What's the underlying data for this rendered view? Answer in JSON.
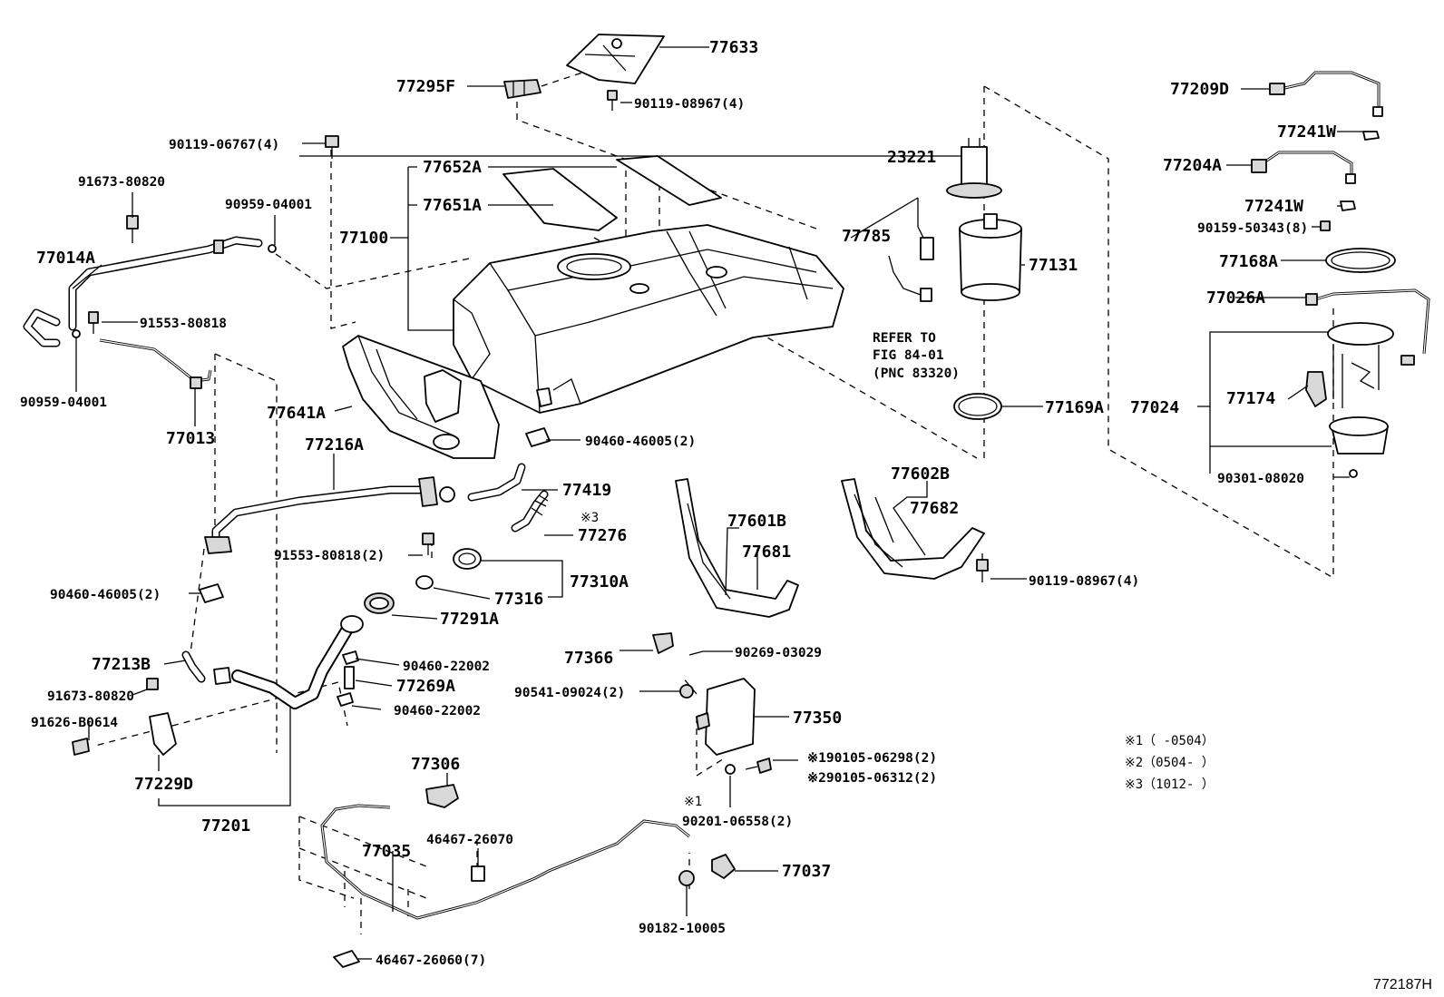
{
  "diagram": {
    "labels": [
      {
        "id": "77633",
        "text": "77633"
      },
      {
        "id": "77295F",
        "text": "77295F"
      },
      {
        "id": "90119-08967-a",
        "text": "90119-08967(4)"
      },
      {
        "id": "90119-06767",
        "text": "90119-06767(4)"
      },
      {
        "id": "77652A",
        "text": "77652A"
      },
      {
        "id": "77651A",
        "text": "77651A"
      },
      {
        "id": "77100",
        "text": "77100"
      },
      {
        "id": "91673-80820-a",
        "text": "91673-80820"
      },
      {
        "id": "90959-04001-a",
        "text": "90959-04001"
      },
      {
        "id": "77014A",
        "text": "77014A"
      },
      {
        "id": "91553-80818",
        "text": "91553-80818"
      },
      {
        "id": "90959-04001-b",
        "text": "90959-04001"
      },
      {
        "id": "77013",
        "text": "77013"
      },
      {
        "id": "77641A",
        "text": "77641A"
      },
      {
        "id": "77216A",
        "text": "77216A"
      },
      {
        "id": "90460-46005-a",
        "text": "90460-46005(2)"
      },
      {
        "id": "77419",
        "text": "77419"
      },
      {
        "id": "mark3-77276",
        "text": "※3"
      },
      {
        "id": "77276",
        "text": "77276"
      },
      {
        "id": "91553-80818-2",
        "text": "91553-80818(2)"
      },
      {
        "id": "77310A",
        "text": "77310A"
      },
      {
        "id": "77316",
        "text": "77316"
      },
      {
        "id": "90460-46005-b",
        "text": "90460-46005(2)"
      },
      {
        "id": "77291A",
        "text": "77291A"
      },
      {
        "id": "77213B",
        "text": "77213B"
      },
      {
        "id": "90460-22002-a",
        "text": "90460-22002"
      },
      {
        "id": "77269A",
        "text": "77269A"
      },
      {
        "id": "90460-22002-b",
        "text": "90460-22002"
      },
      {
        "id": "91673-80820-b",
        "text": "91673-80820"
      },
      {
        "id": "91626-B0614",
        "text": "91626-B0614"
      },
      {
        "id": "77229D",
        "text": "77229D"
      },
      {
        "id": "77201",
        "text": "77201"
      },
      {
        "id": "23221",
        "text": "23221"
      },
      {
        "id": "77785",
        "text": "77785"
      },
      {
        "id": "77131",
        "text": "77131"
      },
      {
        "id": "refer1",
        "text": "REFER TO"
      },
      {
        "id": "refer2",
        "text": "FIG 84-01"
      },
      {
        "id": "refer3",
        "text": "(PNC 83320)"
      },
      {
        "id": "77169A",
        "text": "77169A"
      },
      {
        "id": "77602B",
        "text": "77602B"
      },
      {
        "id": "77682",
        "text": "77682"
      },
      {
        "id": "77601B",
        "text": "77601B"
      },
      {
        "id": "77681",
        "text": "77681"
      },
      {
        "id": "90119-08967-b",
        "text": "90119-08967(4)"
      },
      {
        "id": "77366",
        "text": "77366"
      },
      {
        "id": "90269-03029",
        "text": "90269-03029"
      },
      {
        "id": "90541-09024",
        "text": "90541-09024(2)"
      },
      {
        "id": "77350",
        "text": "77350"
      },
      {
        "id": "90105-06298",
        "text": "※190105-06298(2)"
      },
      {
        "id": "90105-06312",
        "text": "※290105-06312(2)"
      },
      {
        "id": "mark1",
        "text": "※1"
      },
      {
        "id": "90201-06558",
        "text": "90201-06558(2)"
      },
      {
        "id": "77306",
        "text": "77306"
      },
      {
        "id": "77035",
        "text": "77035"
      },
      {
        "id": "46467-26070",
        "text": "46467-26070"
      },
      {
        "id": "77037",
        "text": "77037"
      },
      {
        "id": "90182-10005",
        "text": "90182-10005"
      },
      {
        "id": "46467-26060",
        "text": "46467-26060(7)"
      },
      {
        "id": "77209D",
        "text": "77209D"
      },
      {
        "id": "77241W-a",
        "text": "77241W"
      },
      {
        "id": "77204A",
        "text": "77204A"
      },
      {
        "id": "77241W-b",
        "text": "77241W"
      },
      {
        "id": "90159-50343",
        "text": "90159-50343(8)"
      },
      {
        "id": "77168A",
        "text": "77168A"
      },
      {
        "id": "77026A",
        "text": "77026A"
      },
      {
        "id": "77024",
        "text": "77024"
      },
      {
        "id": "77174",
        "text": "77174"
      },
      {
        "id": "90301-08020",
        "text": "90301-08020"
      }
    ],
    "notes": [
      {
        "id": "note1",
        "text": "※1（      -0504）"
      },
      {
        "id": "note2",
        "text": "※2（0504-      ）"
      },
      {
        "id": "note3",
        "text": "※3（1012-      ）"
      }
    ],
    "figure_id": "772187H"
  }
}
